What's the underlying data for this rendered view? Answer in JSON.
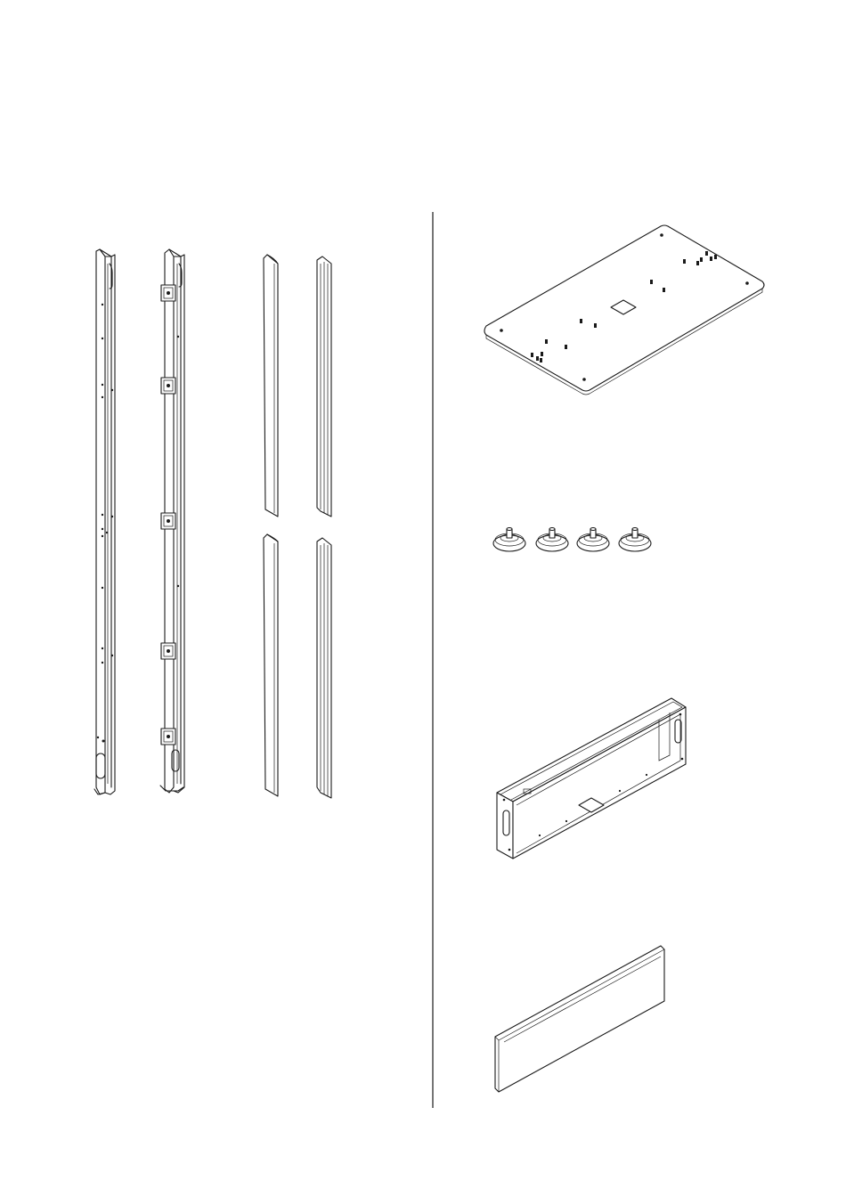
{
  "page": {
    "divider": "vertical-rule",
    "parts": [
      {
        "id": "column-rail-left",
        "icon": "column-rail-icon"
      },
      {
        "id": "column-rail-bracketed",
        "icon": "column-rail-bracket-icon"
      },
      {
        "id": "cover-strip-upper-a",
        "icon": "cover-strip-icon"
      },
      {
        "id": "cover-strip-upper-b",
        "icon": "cover-strip-icon"
      },
      {
        "id": "cover-strip-lower-a",
        "icon": "cover-strip-icon"
      },
      {
        "id": "cover-strip-lower-b",
        "icon": "cover-strip-icon"
      },
      {
        "id": "base-plate",
        "icon": "base-plate-icon"
      },
      {
        "id": "levelling-feet",
        "icon": "levelling-foot-icon",
        "count": 4
      },
      {
        "id": "base-frame-box",
        "icon": "base-box-icon"
      },
      {
        "id": "front-panel",
        "icon": "front-panel-icon"
      }
    ]
  }
}
